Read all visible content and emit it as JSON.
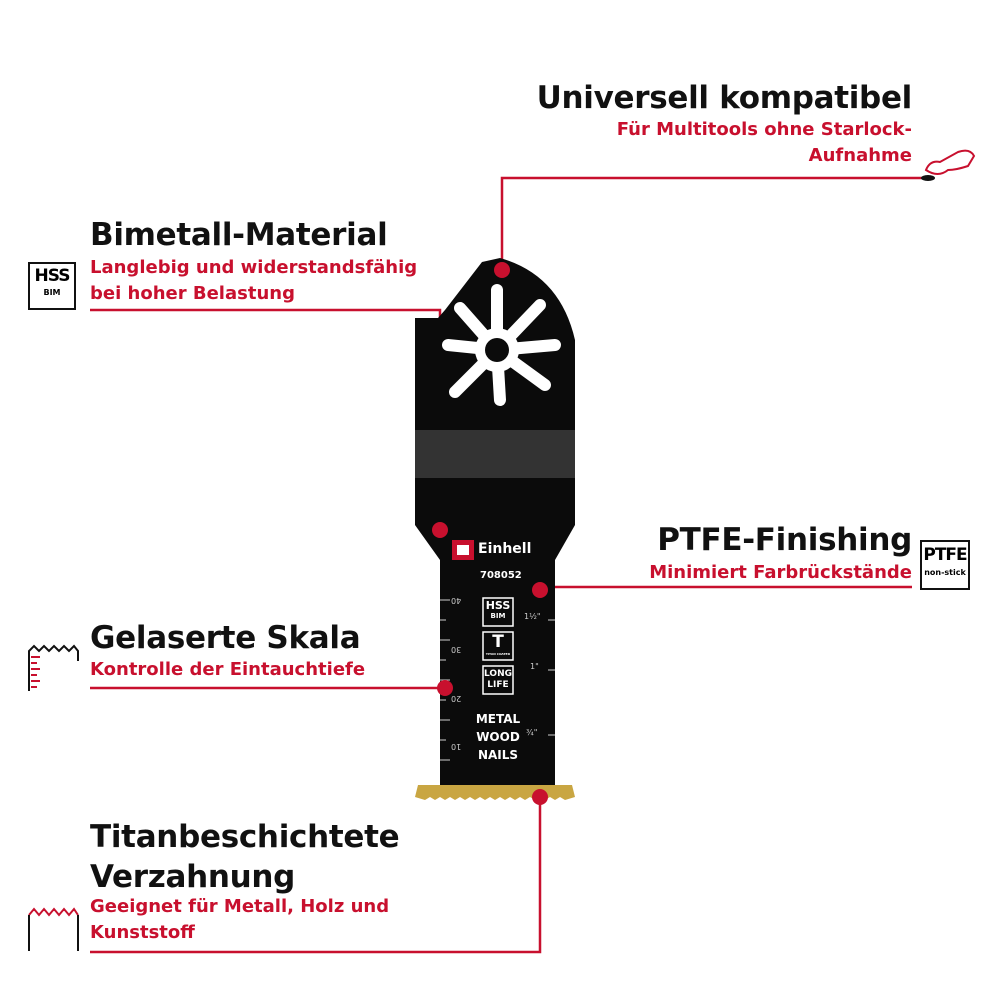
{
  "accent_color": "#c8102e",
  "features": [
    {
      "title": "Universell kompatibel",
      "subtitle": [
        "Für Multitools ohne Starlock-",
        "Aufnahme"
      ],
      "icon": "blade-mount-icon"
    },
    {
      "title": "Bimetall-Material",
      "subtitle": [
        "Langlebig und widerstandsfähig",
        "bei hoher Belastung"
      ],
      "icon": "hss-bim-icon",
      "icon_text": [
        "HSS",
        "BIM"
      ]
    },
    {
      "title": "PTFE-Finishing",
      "subtitle": [
        "Minimiert Farbrückstände"
      ],
      "icon": "ptfe-icon",
      "icon_text": [
        "PTFE",
        "non-stick"
      ]
    },
    {
      "title": "Gelaserte Skala",
      "subtitle": [
        "Kontrolle der Eintauchtiefe"
      ],
      "icon": "scale-icon"
    },
    {
      "title": [
        "Titanbeschichtete",
        "Verzahnung"
      ],
      "subtitle": [
        "Geeignet für Metall, Holz und",
        "Kunststoff"
      ],
      "icon": "teeth-icon"
    }
  ],
  "blade": {
    "brand": "Einhell",
    "model": "708052",
    "badges": [
      [
        "HSS",
        "BIM"
      ],
      [
        "T",
        "TITAN COATED"
      ],
      [
        "LONG",
        "LIFE"
      ]
    ],
    "materials": [
      "METAL",
      "WOOD",
      "NAILS"
    ],
    "scale_mm": [
      "40",
      "30",
      "20",
      "10"
    ],
    "scale_in": [
      "1½\"",
      "1\"",
      "¾\""
    ]
  }
}
